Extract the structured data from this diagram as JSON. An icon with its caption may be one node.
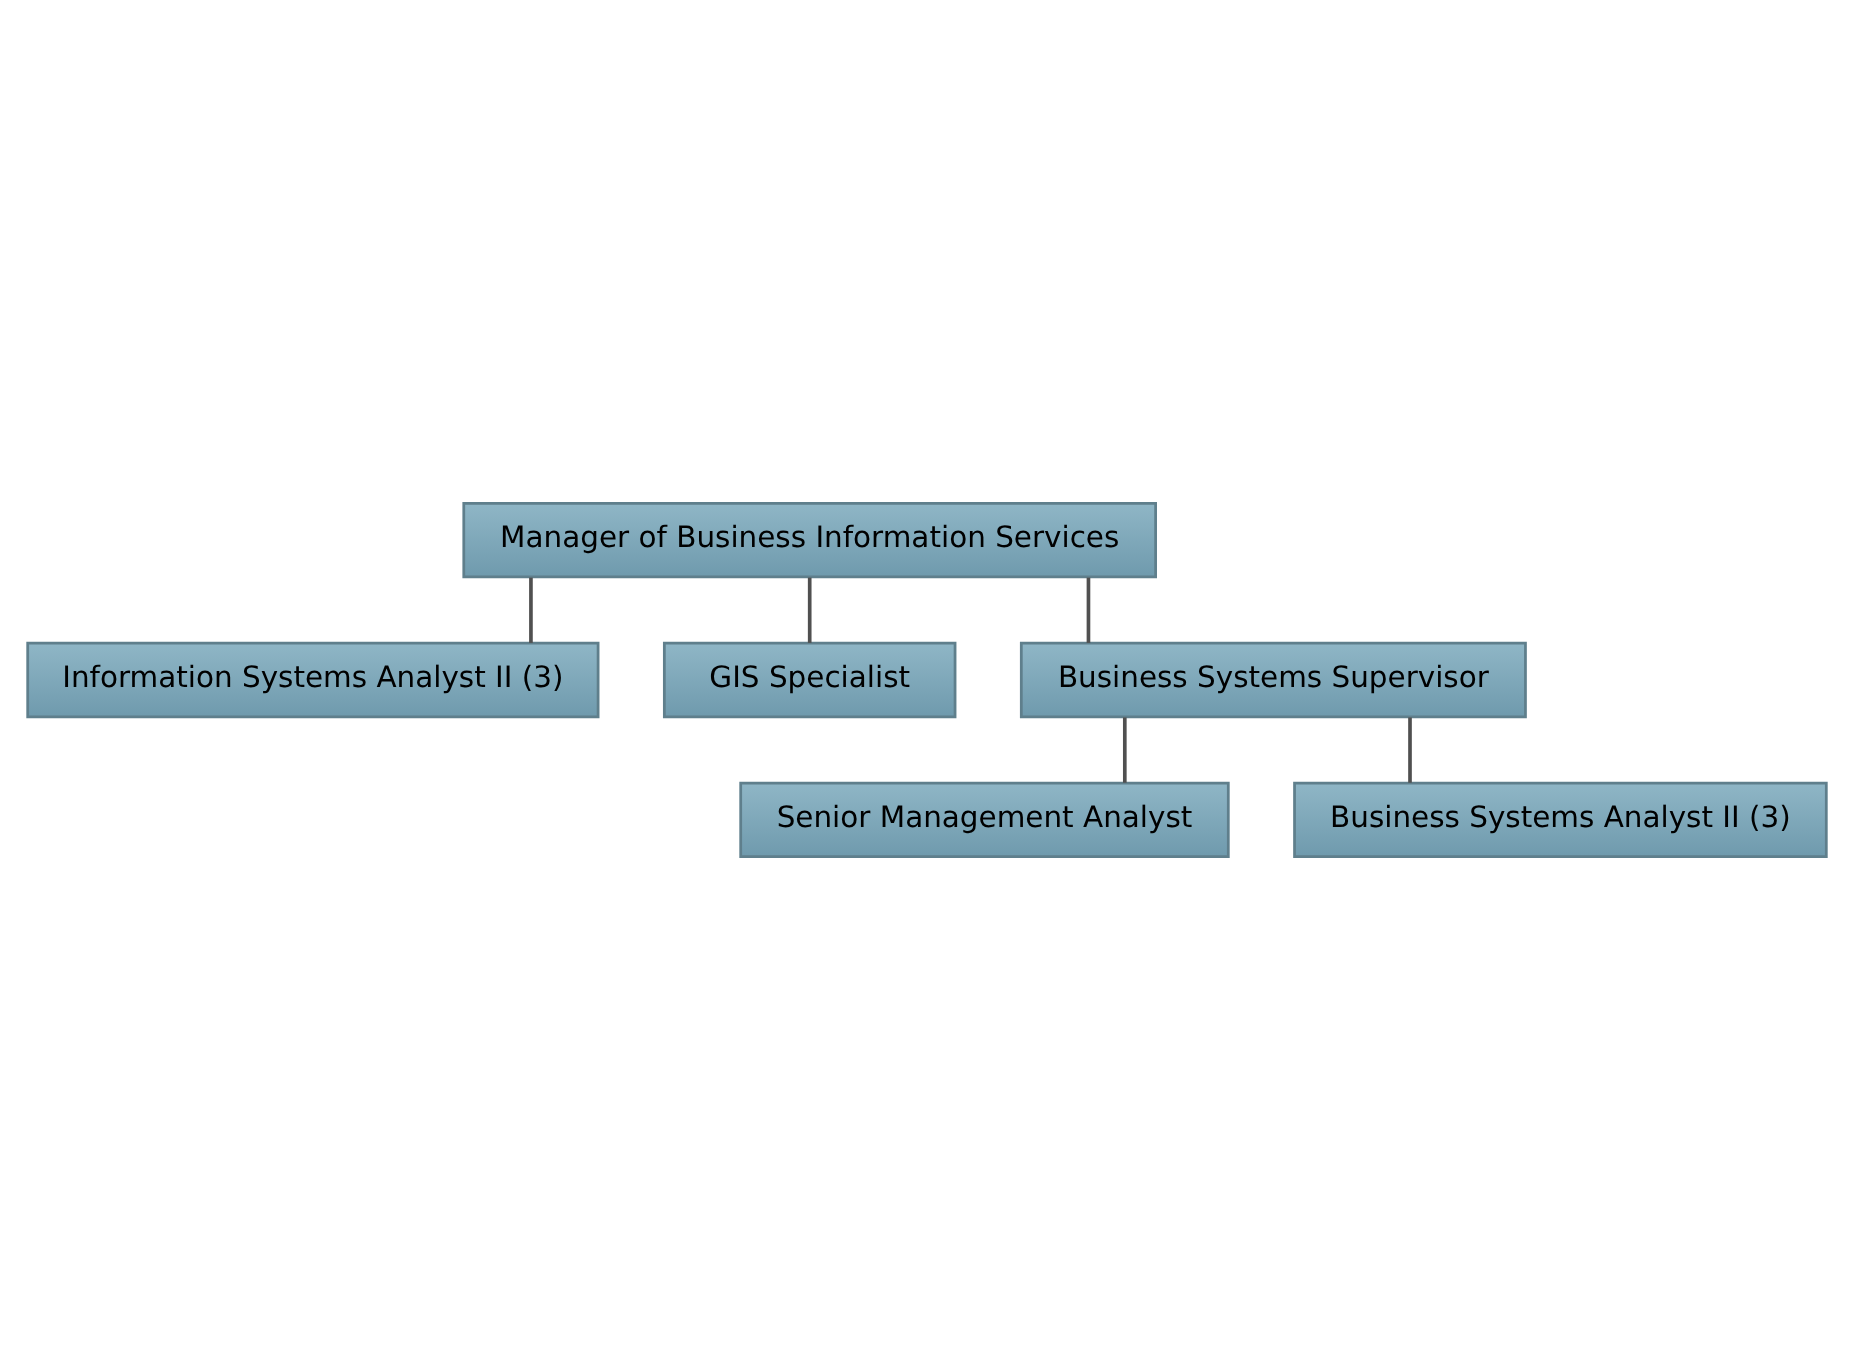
{
  "diagram": {
    "nodes": [
      {
        "text": [
          "Manager of Business Information Services"
        ]
      },
      {
        "text": [
          "Information Systems Analyst II (3)"
        ]
      },
      {
        "text": [
          "GIS Specialist"
        ]
      },
      {
        "text": [
          "Business Systems Supervisor"
        ]
      },
      {
        "text": [
          "Senior Management Analyst"
        ]
      },
      {
        "text": [
          "Business Systems Analyst II (3)"
        ]
      }
    ],
    "edges": [
      {
        "from": 0,
        "to": 1,
        "arrow": "none"
      },
      {
        "from": 0,
        "to": 2,
        "arrow": "none"
      },
      {
        "from": 0,
        "to": 3,
        "arrow": "none"
      },
      {
        "from": 3,
        "to": 4,
        "arrow": "none"
      },
      {
        "from": 3,
        "to": 5,
        "arrow": "none"
      }
    ]
  }
}
